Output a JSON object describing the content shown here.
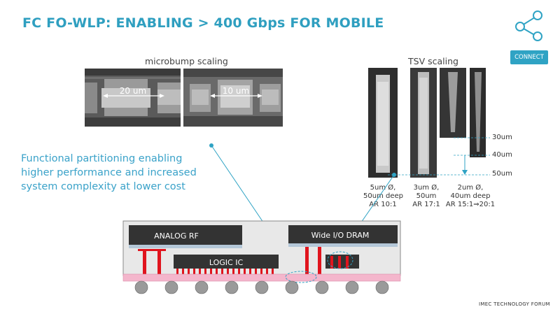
{
  "slide": {
    "title": "FC FO-WLP: ENABLING > 400 Gbps FOR MOBILE",
    "connect_label": "CONNECT",
    "footer": "IMEC TECHNOLOGY FORUM"
  },
  "icons": {
    "share": "share-icon"
  },
  "colors": {
    "accent": "#2f9fc0",
    "package_pink": "#f4b6cc",
    "bump_red": "#e0141e"
  },
  "microbump": {
    "caption": "microbump scaling",
    "pitch_left": "20 um",
    "pitch_right": "10 um"
  },
  "tsv": {
    "caption": "TSV scaling",
    "depth_labels": [
      "30um",
      "40um",
      "50um"
    ],
    "captions": [
      {
        "line1": "5um Ø,",
        "line2": "50um deep",
        "line3": "AR 10:1"
      },
      {
        "line1": "3um Ø,",
        "line2": "50um",
        "line3": "AR 17:1"
      },
      {
        "line1": "2um Ø,",
        "line2": "40um deep",
        "line3": "AR 15:1⇒20:1"
      }
    ]
  },
  "tagline": [
    "Functional partitioning enabling",
    "higher performance and increased",
    "system complexity at lower cost"
  ],
  "package": {
    "analog_rf": "ANALOG RF",
    "wide_io_dram": "Wide I/O DRAM",
    "logic_ic": "LOGIC IC"
  }
}
